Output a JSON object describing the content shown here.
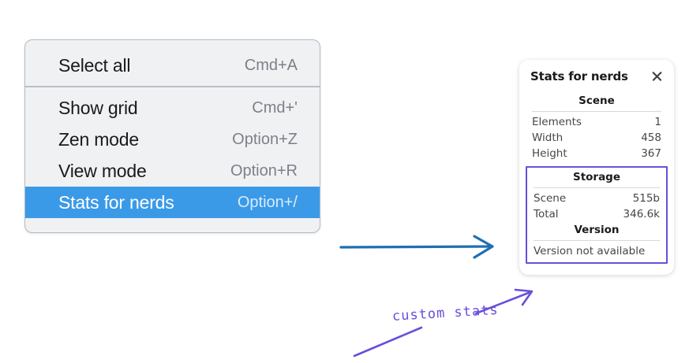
{
  "menu": {
    "groups": [
      {
        "items": [
          {
            "label": "Select all",
            "shortcut": "Cmd+A",
            "selected": false
          }
        ]
      },
      {
        "items": [
          {
            "label": "Show grid",
            "shortcut": "Cmd+'",
            "selected": false
          },
          {
            "label": "Zen mode",
            "shortcut": "Option+Z",
            "selected": false
          },
          {
            "label": "View mode",
            "shortcut": "Option+R",
            "selected": false
          },
          {
            "label": "Stats for nerds",
            "shortcut": "Option+/",
            "selected": true
          }
        ]
      }
    ],
    "highlight_color": "#3b9ae8"
  },
  "stats_panel": {
    "title": "Stats for nerds",
    "close_icon": "close-icon",
    "sections": [
      {
        "title": "Scene",
        "rows": [
          {
            "key": "Elements",
            "value": "1"
          },
          {
            "key": "Width",
            "value": "458"
          },
          {
            "key": "Height",
            "value": "367"
          }
        ]
      },
      {
        "title": "Storage",
        "rows": [
          {
            "key": "Scene",
            "value": "515b"
          },
          {
            "key": "Total",
            "value": "346.6k"
          }
        ]
      },
      {
        "title": "Version",
        "rows": [],
        "note": "Version not available"
      }
    ],
    "highlight_box_color": "#6b4ddb"
  },
  "annotations": {
    "hand_text": "custom stats",
    "hand_color": "#6b4ddb",
    "arrow_color": "#1f6fb2"
  }
}
